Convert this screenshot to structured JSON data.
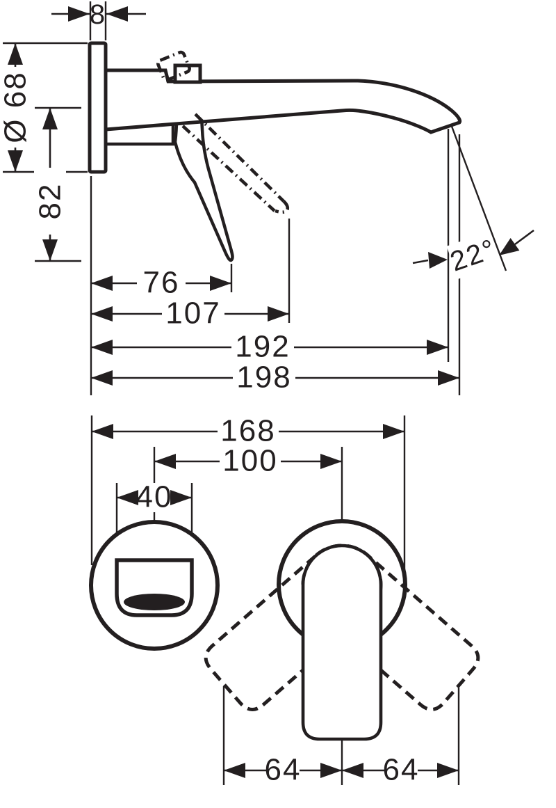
{
  "drawing": {
    "title": "wall-mounted-single-lever-basin-mixer-dimension-drawing",
    "colors": {
      "line": "#231f20",
      "background": "#ffffff"
    },
    "side_view": {
      "plate_depth": "8",
      "escutcheon_diameter": "Ø 68",
      "handle_drop_height": "82",
      "handle_reach_closed": "76",
      "handle_reach_open": "107",
      "spout_outlet_reach": "192",
      "spout_total_reach": "198",
      "spray_angle": "22°"
    },
    "front_view": {
      "overall_width": "168",
      "center_distance": "100",
      "spout_width": "40",
      "handle_swing_left": "64",
      "handle_swing_right": "64"
    }
  }
}
